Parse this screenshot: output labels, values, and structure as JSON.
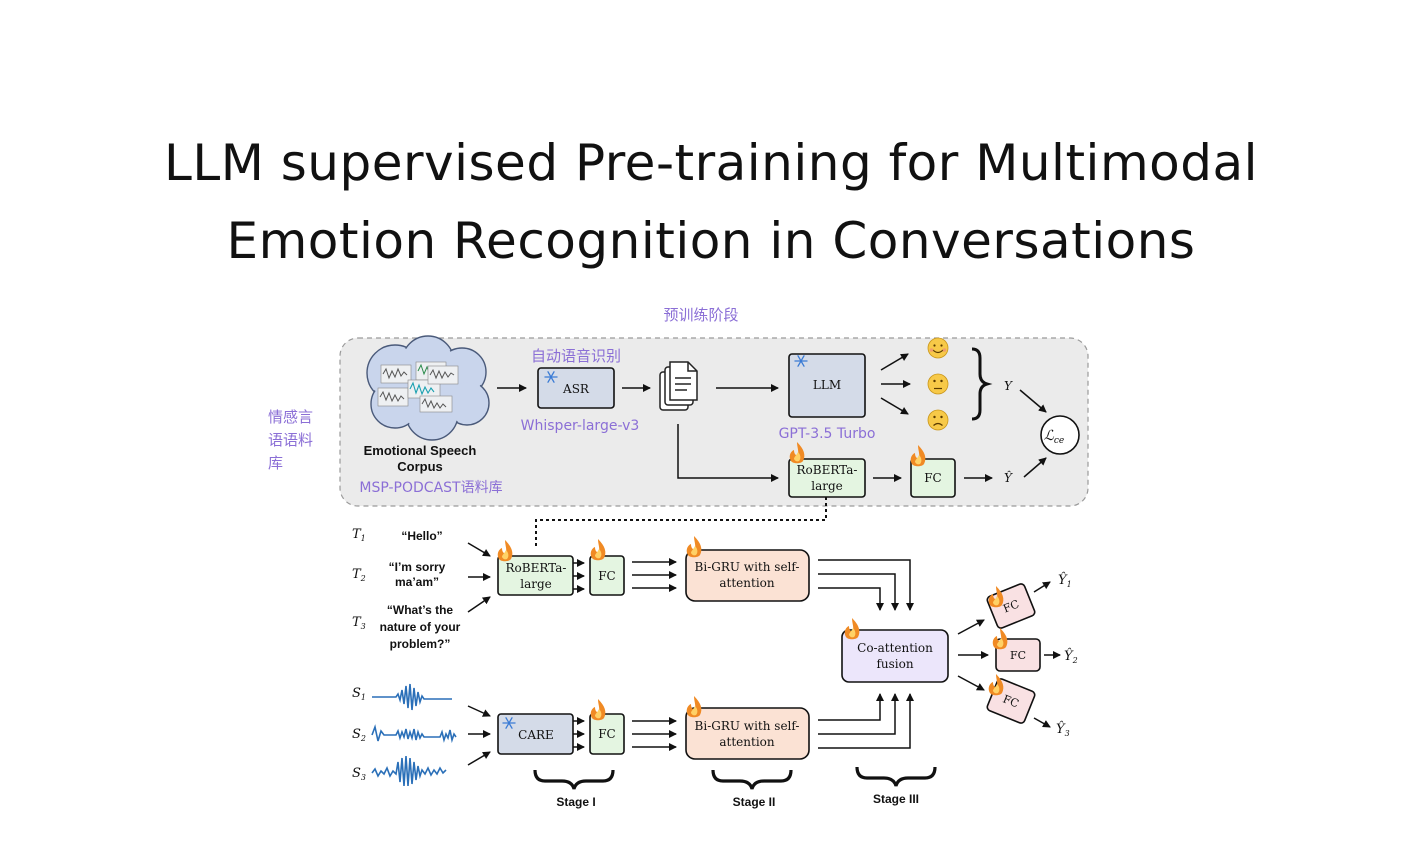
{
  "title": {
    "line1": "LLM supervised Pre-training for Multimodal",
    "line2": "Emotion Recognition in Conversations"
  },
  "pretrain": {
    "stage_label": "预训练阶段",
    "corpus_cn": "情感言语语料库",
    "corpus_cn_lines": [
      "情感言",
      "语语料",
      "库"
    ],
    "corpus_title_lines": [
      "Emotional Speech",
      "Corpus"
    ],
    "corpus_name": "MSP-PODCAST语料库",
    "asr_cn": "自动语音识别",
    "asr_box": "ASR",
    "asr_model": "Whisper-large-v3",
    "llm_box": "LLM",
    "llm_model": "GPT-3.5 Turbo",
    "roberta_lines": [
      "RoBERTa-",
      "large"
    ],
    "fc": "FC",
    "y_label": "Y",
    "yhat_label": "Ŷ",
    "loss_label": "ℒ",
    "loss_sub": "ce"
  },
  "text_inputs": [
    {
      "symbol": "T",
      "sub": "1",
      "lines": [
        "“Hello”"
      ]
    },
    {
      "symbol": "T",
      "sub": "2",
      "lines": [
        "“I’m sorry",
        "ma’am”"
      ]
    },
    {
      "symbol": "T",
      "sub": "3",
      "lines": [
        "“What’s the",
        "nature of your",
        "problem?”"
      ]
    }
  ],
  "speech_inputs": [
    {
      "symbol": "S",
      "sub": "1"
    },
    {
      "symbol": "S",
      "sub": "2"
    },
    {
      "symbol": "S",
      "sub": "3"
    }
  ],
  "main": {
    "roberta_lines": [
      "RoBERTa-",
      "large"
    ],
    "care": "CARE",
    "fc": "FC",
    "bigru_lines": [
      "Bi-GRU with self-",
      "attention"
    ],
    "coatt_lines": [
      "Co-attention",
      "fusion"
    ],
    "outputs": [
      {
        "symbol": "Ŷ",
        "sub": "1"
      },
      {
        "symbol": "Ŷ",
        "sub": "2"
      },
      {
        "symbol": "Ŷ",
        "sub": "3"
      }
    ],
    "stages": [
      "Stage I",
      "Stage II",
      "Stage III"
    ]
  },
  "colors": {
    "accent_cn": "#8b6fd6",
    "box_gray": "#d4dbe8",
    "box_green": "#e4f5e1",
    "box_orange": "#fbe2d4",
    "box_purple": "#ece6fb",
    "box_pink": "#f9e1e3",
    "panel_bg": "#ebebeb",
    "wave_blue": "#2a6fb8",
    "flame": "#f08a24"
  }
}
